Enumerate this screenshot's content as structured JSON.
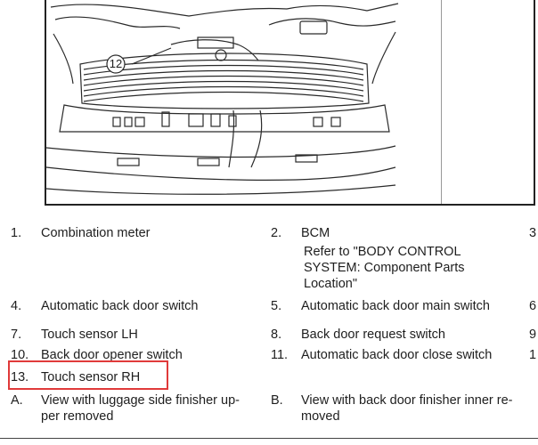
{
  "figure": {
    "callout": "12"
  },
  "legend": {
    "col1": [
      {
        "num": "1.",
        "text": "Combination meter"
      },
      {
        "num": "4.",
        "text": "Automatic back door switch"
      },
      {
        "num": "7.",
        "text": "Touch sensor LH"
      },
      {
        "num": "10.",
        "text": "Back door opener switch"
      },
      {
        "num": "13.",
        "text": "Touch sensor RH"
      },
      {
        "num": "A.",
        "text": "View with luggage side finisher up-per removed"
      }
    ],
    "col2": [
      {
        "num": "2.",
        "text": "BCM"
      },
      {
        "num": "",
        "text": "Refer to \"BODY CONTROL SYSTEM: Component Parts Location\""
      },
      {
        "num": "5.",
        "text": "Automatic back door main switch"
      },
      {
        "num": "8.",
        "text": "Back door request switch"
      },
      {
        "num": "11.",
        "text": "Automatic back door close switch"
      },
      {
        "num": "B.",
        "text": "View with back door finisher inner re-moved"
      }
    ],
    "col3": [
      "3",
      "6",
      "9",
      "1"
    ]
  },
  "highlight": {
    "color": "#e03a3a",
    "target": "13. Touch sensor RH"
  }
}
